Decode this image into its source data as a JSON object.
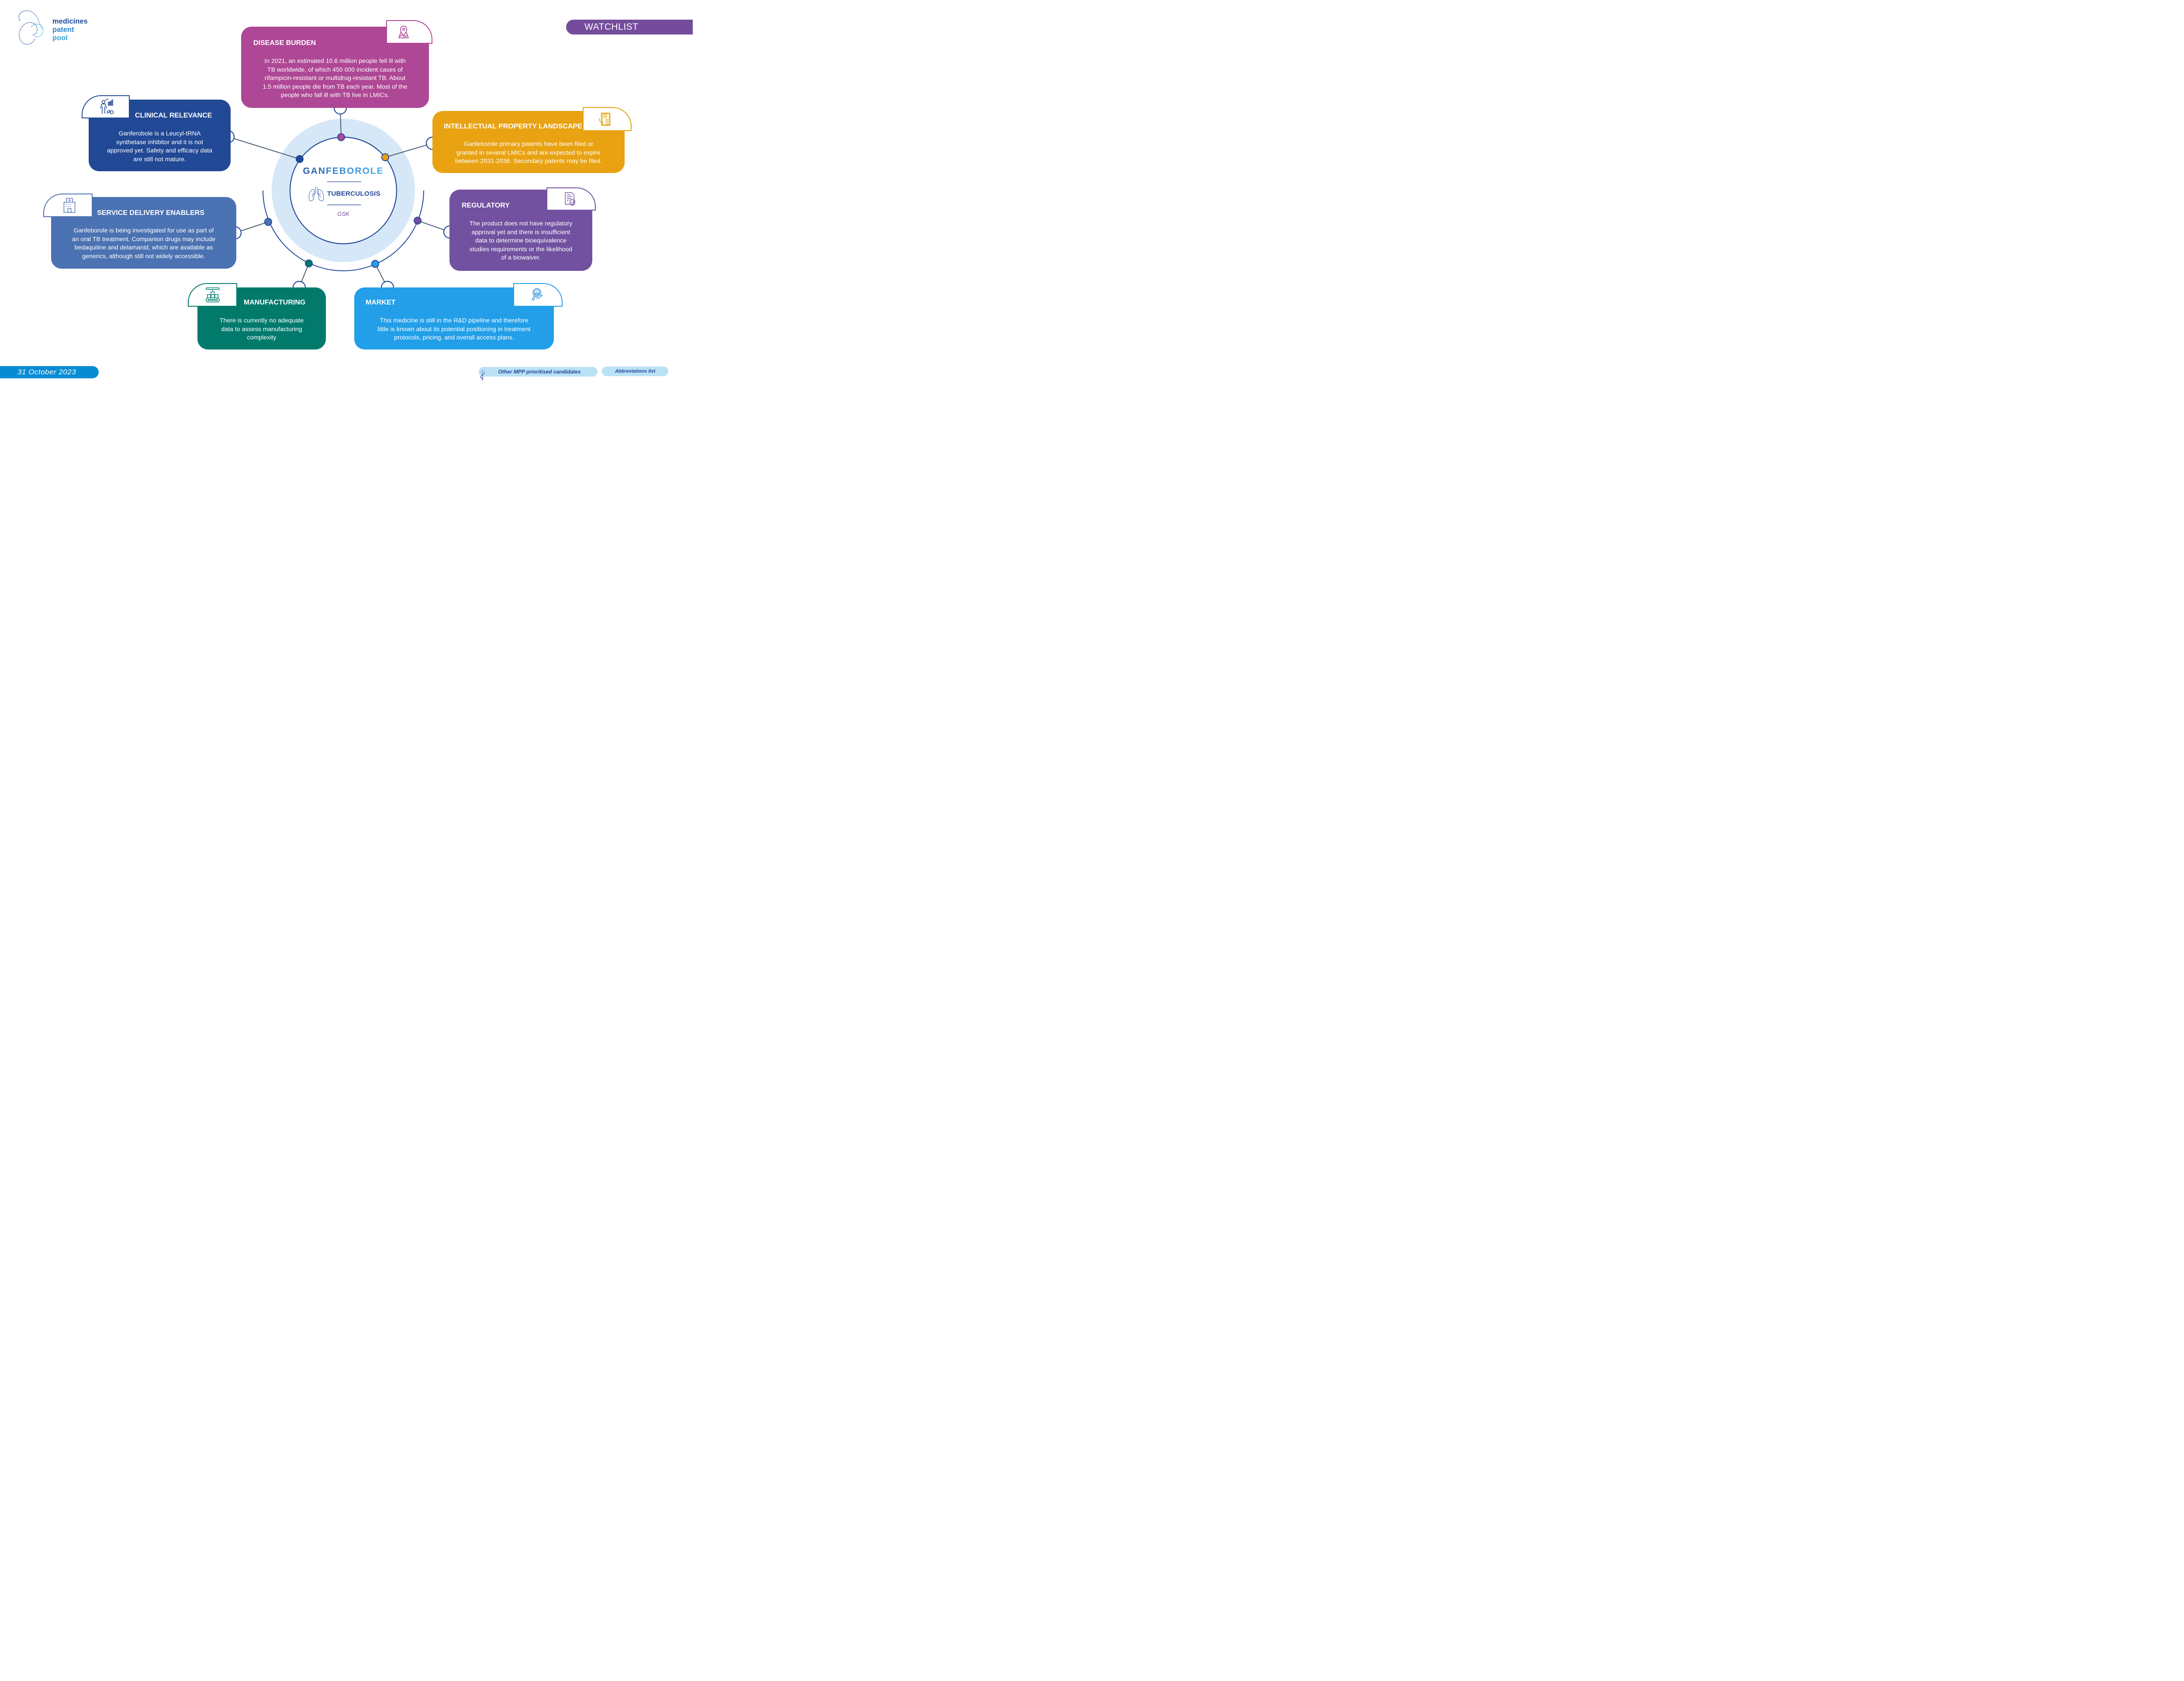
{
  "logo": {
    "lines": [
      "medicines",
      "patent",
      "pool"
    ]
  },
  "header": {
    "badge": "WATCHLIST"
  },
  "center": {
    "drug": "GANFEBOROLE",
    "disease": "TUBERCULOSIS",
    "company": "GSK",
    "disease_icon": "lungs-icon"
  },
  "cards": {
    "disease_burden": {
      "title": "DISEASE BURDEN",
      "icon": "map-pin-icon",
      "color": "#ae4795",
      "lines": [
        "In 2021, an estimated 10.6 million people fell ill with",
        "TB worldwide, of which 450 000 incident cases of",
        "rifampicin-resistant or multidrug-resistant TB. About",
        "1.5 million people die from TB each year. Most of the",
        "people who fall ill with TB live in LMICs."
      ]
    },
    "clinical_relevance": {
      "title": "CLINICAL RELEVANCE",
      "icon": "patient-data-icon",
      "color": "#224995",
      "lines": [
        "Ganferobole is a Leucyl-tRNA",
        "synthetase inhibitor and it is not",
        "approved yet. Safety and efficacy data",
        "are still not mature."
      ]
    },
    "ip_landscape": {
      "title": "INTELLECTUAL  PROPERTY LANDSCAPE",
      "icon": "patent-document-icon",
      "color": "#e8a212",
      "lines": [
        "Ganfeborole primary patents have been filed or",
        "granted in several LMICs and are expected to expire",
        "between 2031-2036. Secondary patents may be filed."
      ]
    },
    "service_delivery": {
      "title": "SERVICE DELIVERY ENABLERS",
      "icon": "hospital-icon",
      "color": "#4b72b2",
      "lines": [
        "Ganfeborole is being investigated for use as part of",
        "an oral TB treatment. Companion drugs may include",
        "bedaquiline and delamanid, which are available as",
        "generics, although still not widely accessible."
      ]
    },
    "regulatory": {
      "title": "REGULATORY",
      "icon": "regulatory-document-shield-icon",
      "color": "#7251a0",
      "lines": [
        "The product does not have regulatory",
        "approval yet and there is insufficient",
        "data to determine bioequivalence",
        "studies requirements or the likelihood",
        "of a biowaiver."
      ]
    },
    "manufacturing": {
      "title": "MANUFACTURING",
      "icon": "factory-conveyor-icon",
      "color": "#017a6c",
      "lines": [
        "There is currently no adequate",
        "data to assess manufacturing",
        "complexity"
      ]
    },
    "market": {
      "title": "MARKET",
      "icon": "market-analysis-icon",
      "color": "#229fe8",
      "lines": [
        "This medicine is still in the R&D pipeline and therefore",
        "little is known about its potential positioning in treatment",
        "protocols, pricing, and overall access plans."
      ]
    }
  },
  "footer": {
    "date": "31 October 2023",
    "other_candidates": "Other MPP prioritised candidates",
    "abbreviations": "Abbreviations list"
  },
  "colors": {
    "navy": "#23479a",
    "ring_fill": "#d6e8f7",
    "connector": "#4a5d70"
  }
}
